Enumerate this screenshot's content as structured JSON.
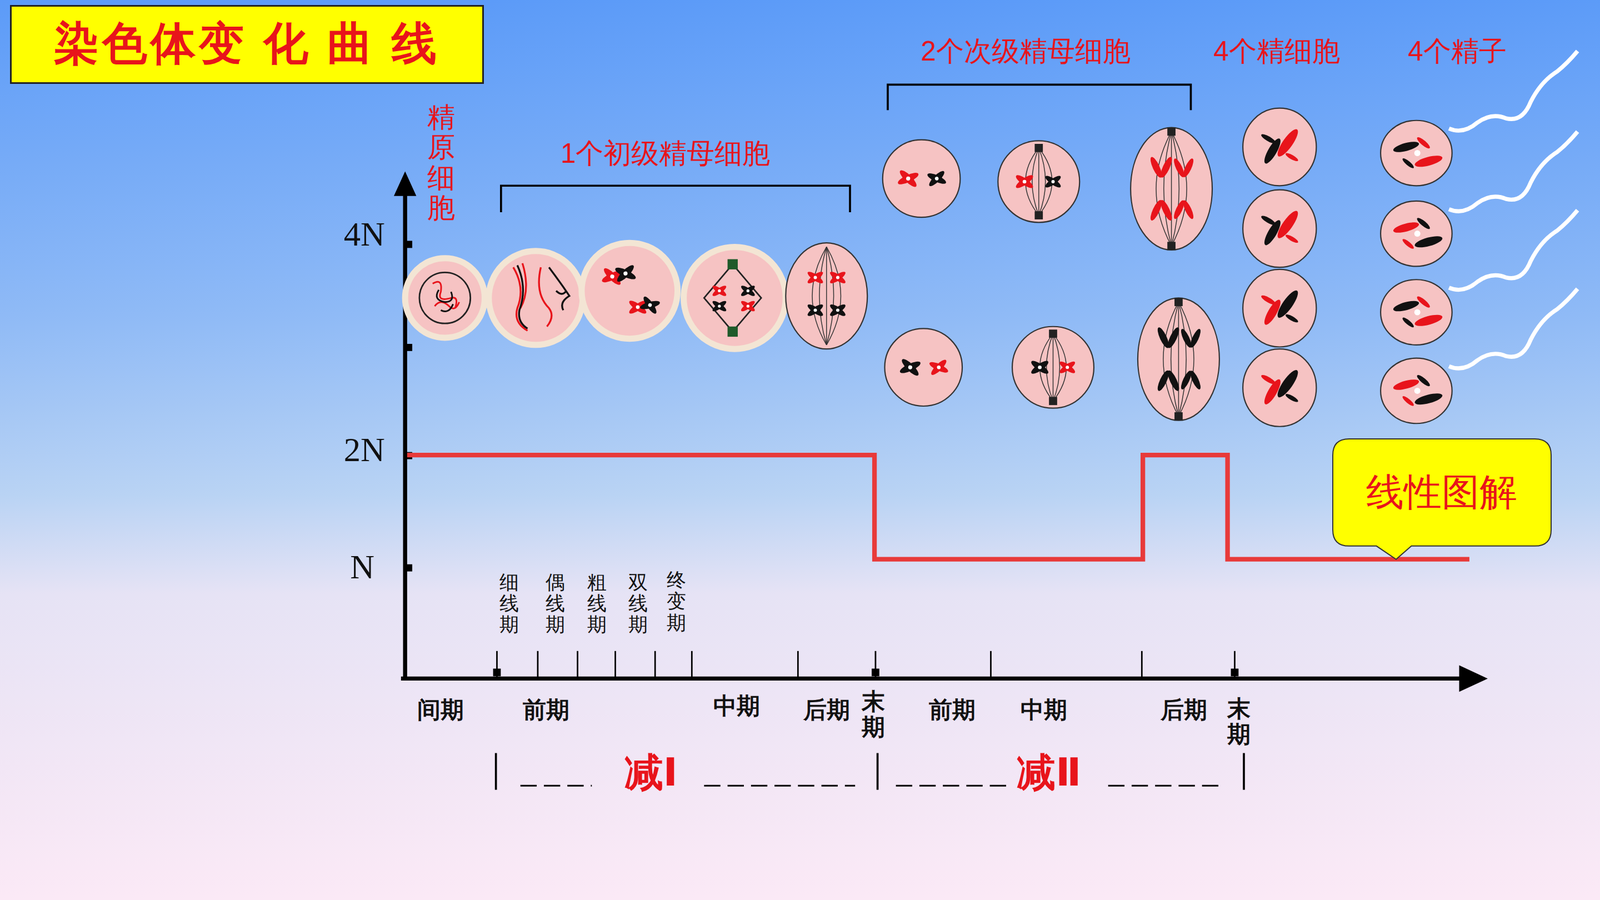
{
  "diagram": {
    "title": "染色体变 化 曲 线",
    "nodes": [
      {
        "text": [
          "线性图解"
        ]
      }
    ],
    "labels": [
      "精原细胞",
      "1个初级精母细胞",
      "2个次级精母细胞",
      "4个精细胞",
      "4个精子",
      "4N",
      "2N",
      "N",
      "细线期",
      "偶线期",
      "粗线期",
      "双线期",
      "终变期",
      "间期",
      "前期",
      "中期",
      "后期",
      "末期",
      "前期",
      "中期",
      "后期",
      "末期",
      "减Ⅰ",
      "减Ⅱ"
    ]
  }
}
